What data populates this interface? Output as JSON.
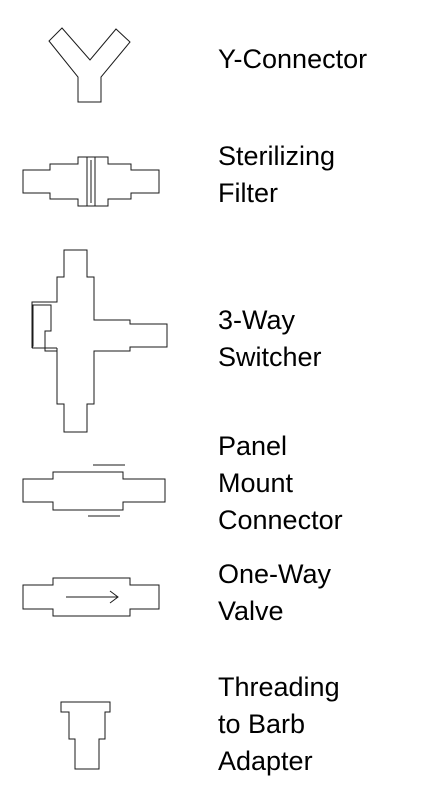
{
  "legend": {
    "items": [
      {
        "symbol": "y-connector-icon",
        "lines": [
          "Y-Connector"
        ]
      },
      {
        "symbol": "sterilizing-filter-icon",
        "lines": [
          "Sterilizing",
          "Filter"
        ]
      },
      {
        "symbol": "three-way-switcher-icon",
        "lines": [
          "3-Way",
          "Switcher"
        ]
      },
      {
        "symbol": "panel-mount-connector-icon",
        "lines": [
          "Panel",
          "Mount",
          "Connector"
        ]
      },
      {
        "symbol": "one-way-valve-icon",
        "lines": [
          "One-Way",
          "Valve"
        ]
      },
      {
        "symbol": "threading-to-barb-adapter-icon",
        "lines": [
          "Threading",
          "to Barb",
          "Adapter"
        ]
      }
    ],
    "colors": {
      "stroke": "#1a1a1a",
      "text": "#000000",
      "background": "#ffffff"
    }
  }
}
